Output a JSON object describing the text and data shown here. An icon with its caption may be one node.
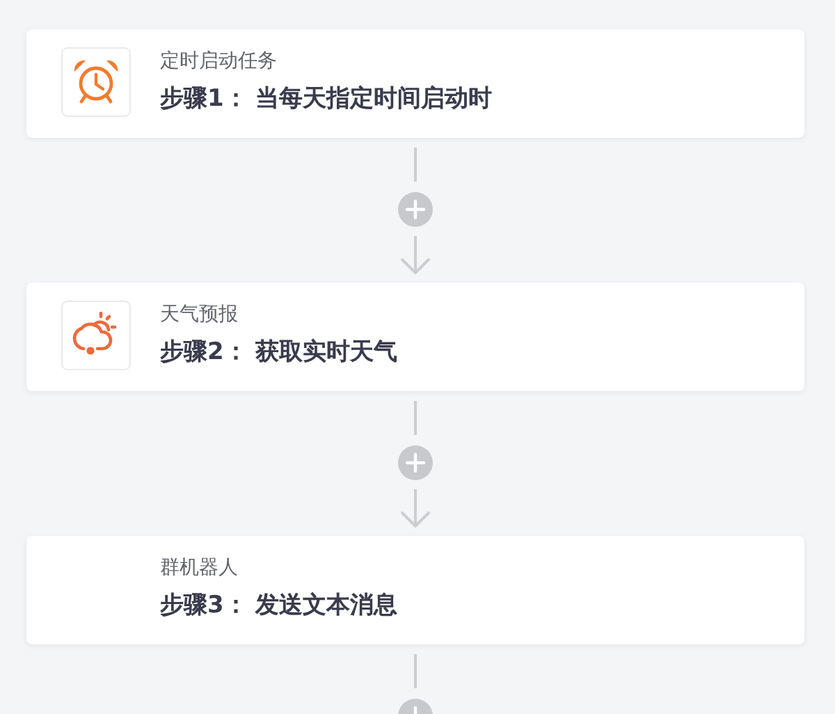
{
  "diagram": {
    "nodes": [
      {
        "text": [
          "定时启动任务",
          "步骤1： 当每天指定时间启动时"
        ]
      },
      {
        "text": [],
        "shape": "circle"
      },
      {
        "text": [
          "天气预报",
          "步骤2： 获取实时天气"
        ]
      },
      {
        "text": [],
        "shape": "circle"
      },
      {
        "text": [
          "群机器人",
          "步骤3： 发送文本消息"
        ]
      },
      {
        "text": [],
        "shape": "circle"
      }
    ],
    "edges": [
      {
        "from": 0,
        "to": 1,
        "arrow": "none"
      },
      {
        "from": 1,
        "to": 2,
        "arrow": "to"
      },
      {
        "from": 2,
        "to": 3,
        "arrow": "none"
      },
      {
        "from": 3,
        "to": 4,
        "arrow": "to"
      },
      {
        "from": 4,
        "to": 5,
        "arrow": "none"
      }
    ]
  }
}
